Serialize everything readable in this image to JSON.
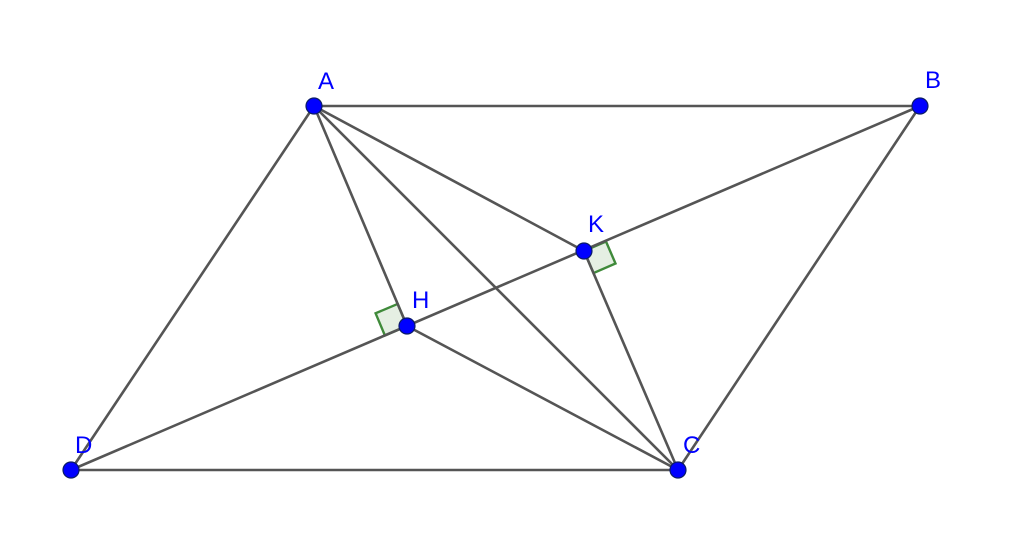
{
  "points": [
    {
      "id": "A",
      "label": "A"
    },
    {
      "id": "B",
      "label": "B"
    },
    {
      "id": "C",
      "label": "C"
    },
    {
      "id": "D",
      "label": "D"
    },
    {
      "id": "H",
      "label": "H"
    },
    {
      "id": "K",
      "label": "K"
    }
  ],
  "segments": [
    [
      "A",
      "B"
    ],
    [
      "B",
      "C"
    ],
    [
      "C",
      "D"
    ],
    [
      "D",
      "A"
    ],
    [
      "A",
      "C"
    ],
    [
      "D",
      "B"
    ],
    [
      "A",
      "H"
    ],
    [
      "C",
      "H"
    ],
    [
      "A",
      "K"
    ],
    [
      "C",
      "K"
    ]
  ],
  "right_angles": [
    {
      "vertex": "H",
      "between": [
        "A",
        "D"
      ]
    },
    {
      "vertex": "K",
      "between": [
        "C",
        "B"
      ]
    }
  ],
  "colors": {
    "segment": "#555555",
    "point": "#0000ff",
    "label": "#0000ff",
    "right_angle_stroke": "#3f8a3a",
    "right_angle_fill": "#e5efe3"
  }
}
